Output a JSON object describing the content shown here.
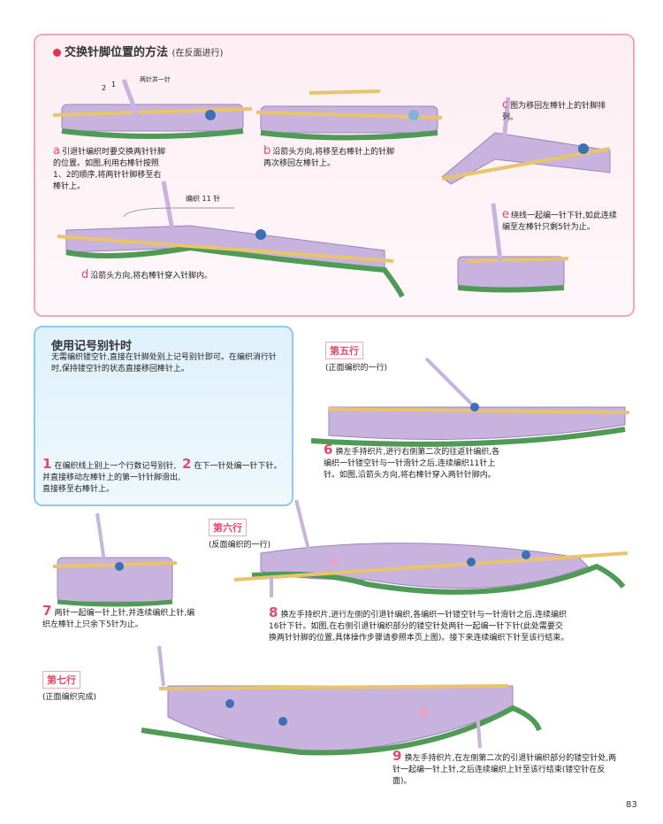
{
  "page_number": "83",
  "section_a": {
    "title": "交换针脚位置的方法",
    "title_note": "(在反面进行)",
    "steps": [
      {
        "letter": "a",
        "text": "引退针编织时要交换两针针脚的位置。如图,利用右棒针按照1、2的顺序,将两针针脚移至右棒针上。"
      },
      {
        "letter": "b",
        "text": "沿箭头方向,将移至右棒针上的针脚再次移回左棒针上。"
      },
      {
        "letter": "c",
        "text": "图为移回左棒针上的针脚排列。"
      },
      {
        "letter": "d",
        "text": "沿箭头方向,将右棒针穿入针脚内。"
      },
      {
        "letter": "e",
        "text": "绕线一起编一针下针,如此连续编至左棒针只剩5针为止。"
      }
    ],
    "label_two_stitch": "两针并一针",
    "label_knit_11": "编织 11 针",
    "order_1": "1",
    "order_2": "2"
  },
  "section_b": {
    "title": "使用记号别针时",
    "intro": "无需编织镂空针,直接在针脚处别上记号别针即可。在编织消行针时,保持镂空针的状态直接移回棒针上。",
    "steps": [
      {
        "num": "1",
        "text": "在编织线上别上一个行数记号别针,并直接移动左棒针上的第一针针脚滑出,直接移至右棒针上。"
      },
      {
        "num": "2",
        "text": "在下一针处编一针下针。"
      }
    ]
  },
  "row5": {
    "label": "第五行",
    "sub": "(正面编织的一行)",
    "step": {
      "num": "6",
      "text": "换左手持织片,进行右侧第二次的往返针编织,各编织一针镂空针与一针滑针之后,连续编织11针上针。如图,沿箭头方向,将右棒针穿入两针针脚内。"
    }
  },
  "step7": {
    "num": "7",
    "text": "两针一起编一针上针,并连续编织上针,编织左棒针上只余下5针为止。"
  },
  "row6": {
    "label": "第六行",
    "sub": "(反面编织的一行)",
    "step": {
      "num": "8",
      "text": "换左手持织片,进行左侧的引退针编织,各编织一针镂空针与一针滑针之后,连续编织16针下针。如图,在右侧引退针编织部分的镂空针处两针一起编一针下针(此处需要交换两针针脚的位置,具体操作步骤请参照本页上图)。接下来连续编织下针至该行结束。"
    }
  },
  "row7": {
    "label": "第七行",
    "sub": "(正面编织完成)",
    "step": {
      "num": "9",
      "text": "换左手持织片,在左侧第二次的引退针编织部分的镂空针处,两针一起编一针上针,之后连续编织上针至该行结束(镂空针在反面)。"
    }
  },
  "colors": {
    "yarn": "#c8b3de",
    "yarn_dark": "#9d83bd",
    "edge_green": "#4f9a55",
    "needle": "#e9c46a",
    "accent": "#e8476a",
    "marker": "#e97a4a",
    "blue_stitch": "#3b6fb8"
  }
}
